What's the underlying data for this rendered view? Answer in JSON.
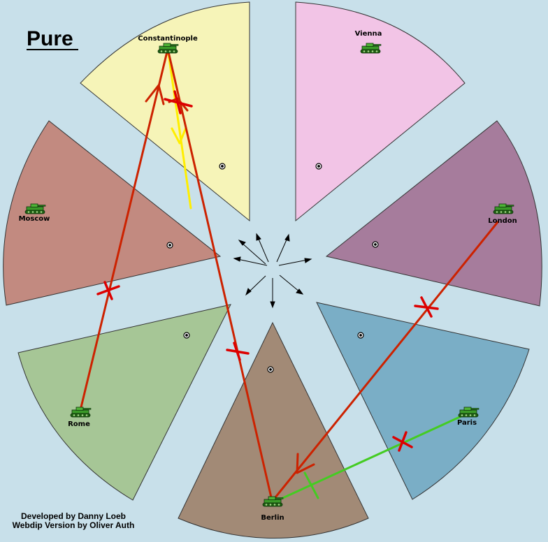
{
  "map": {
    "title": "Pure",
    "credits": [
      "Developed by Danny Loeb",
      "Webdip Version by Oliver Auth"
    ],
    "colors": {
      "background": "#c8e0ea",
      "move": "#cc2200",
      "support": "#ffee00",
      "convoy": "#44cc22",
      "failed": "#dd0000"
    },
    "provinces": [
      {
        "name": "Constantinople",
        "color": "#f6f4b8",
        "unit": "tank-icon"
      },
      {
        "name": "Vienna",
        "color": "#f2c4e6",
        "unit": "tank-icon"
      },
      {
        "name": "London",
        "color": "#a67c9c",
        "unit": "tank-icon"
      },
      {
        "name": "Paris",
        "color": "#7aaec6",
        "unit": "tank-icon"
      },
      {
        "name": "Berlin",
        "color": "#a28a76",
        "unit": "tank-icon"
      },
      {
        "name": "Rome",
        "color": "#a6c696",
        "unit": "tank-icon"
      },
      {
        "name": "Moscow",
        "color": "#c28a80",
        "unit": "tank-icon"
      }
    ],
    "orders": [
      {
        "type": "move",
        "from": "Rome",
        "to": "Constantinople",
        "failed": true
      },
      {
        "type": "move",
        "from": "Berlin",
        "to": "Constantinople",
        "failed": true
      },
      {
        "type": "move",
        "from": "London",
        "to": "Berlin",
        "failed": true
      },
      {
        "type": "support",
        "from": "Constantinople",
        "failed": false
      },
      {
        "type": "support",
        "from": "Paris",
        "to": "Berlin",
        "failed": true
      }
    ]
  }
}
